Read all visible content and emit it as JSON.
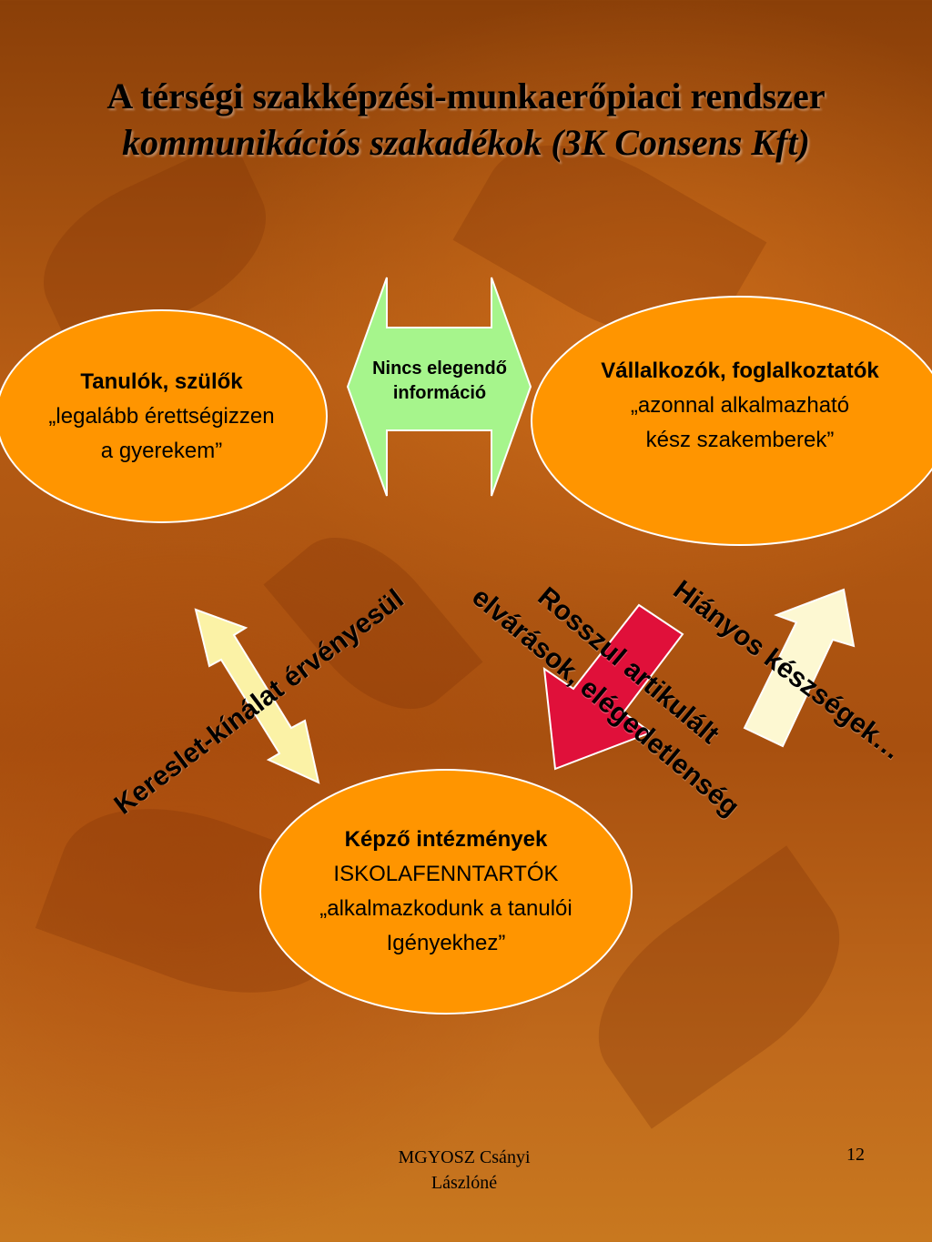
{
  "title": {
    "line1": "A térségi szakképzési-munkaerőpiaci rendszer",
    "line2": "kommunikációs szakadékok (3K Consens Kft)"
  },
  "nodes": {
    "left": {
      "heading": "Tanulók, szülők",
      "line1": "„legalább érettségizzen",
      "line2": "a gyerekem”"
    },
    "right": {
      "heading": "Vállalkozók, foglalkoztatók",
      "line1": "„azonnal alkalmazható",
      "line2": "kész szakemberek”"
    },
    "bottom": {
      "heading": "Képző intézmények",
      "line1": "ISKOLAFENNTARTÓK",
      "line2": "„alkalmazkodunk a tanulói",
      "line3": "Igényekhez”"
    }
  },
  "arrows": {
    "top": {
      "line1": "Nincs elegendő",
      "line2": "információ",
      "color": "#a6f58c"
    },
    "left": {
      "label": "Kereslet-kínálat érvényesül",
      "color": "#fbf2a6"
    },
    "middle": {
      "line1": "Rosszul artikulált",
      "line2": "elvárások, elégedetlenség",
      "color": "#e0103a"
    },
    "right": {
      "label": "Hiányos készségek…",
      "color": "#fdf8d2"
    }
  },
  "footer": {
    "author_line1": "MGYOSZ  Csányi",
    "author_line2": "Lászlóné",
    "page_number": "12"
  }
}
